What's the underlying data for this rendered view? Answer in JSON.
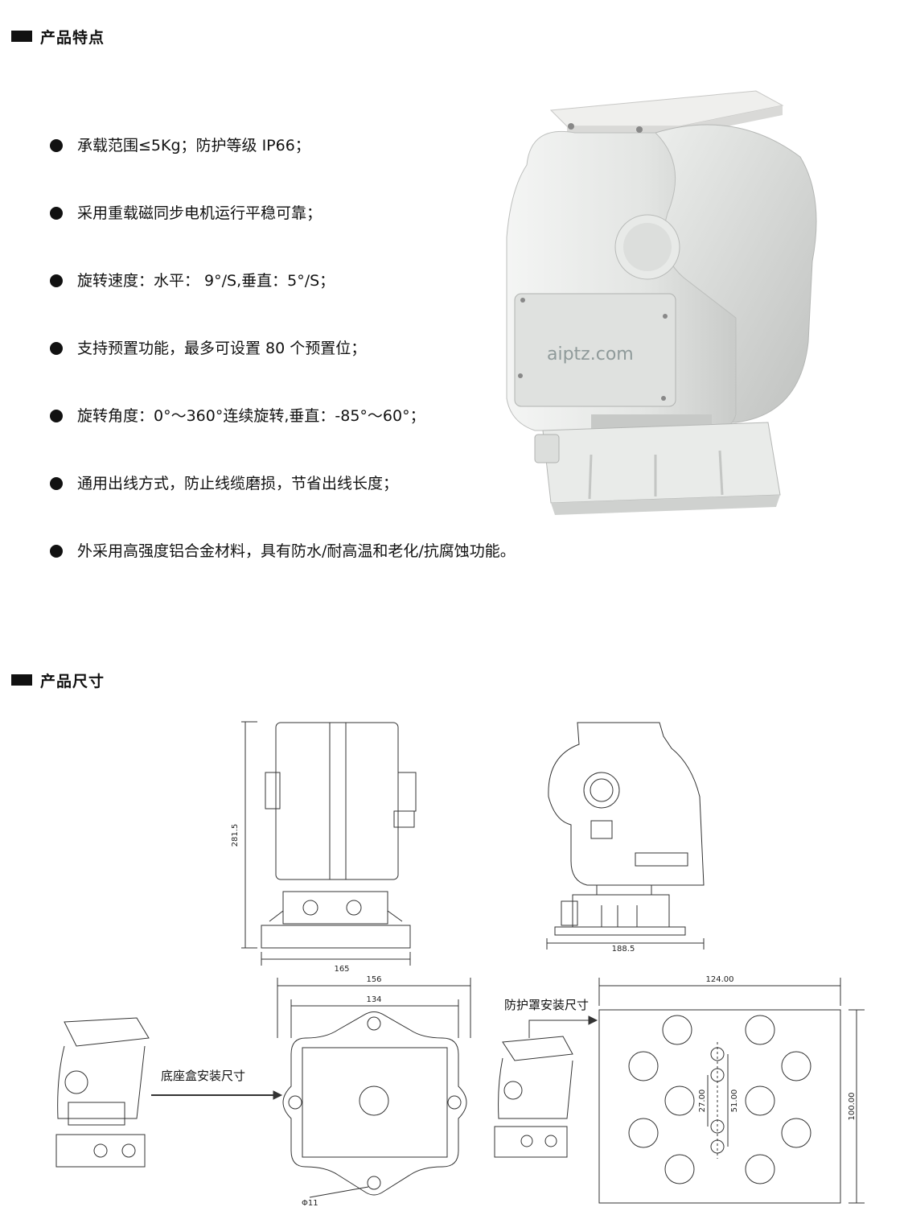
{
  "sections": {
    "features_title": "产品特点",
    "dimensions_title": "产品尺寸"
  },
  "features": [
    "承载范围≤5Kg；防护等级 IP66；",
    "采用重载磁同步电机运行平稳可靠；",
    "旋转速度：水平：  9°/S,垂直：5°/S；",
    "支持预置功能，最多可设置 80 个预置位；",
    "旋转角度：0°～360°连续旋转,垂直：-85°～60°；",
    "通用出线方式，防止线缆磨损，节省出线长度；",
    "外采用高强度铝合金材料，具有防水/耐高温和老化/抗腐蚀功能。"
  ],
  "photo": {
    "watermark": "aiptz.com"
  },
  "drawings": {
    "side_height": "281.5",
    "side_width": "165",
    "front_width": "188.5",
    "base_outer": "156",
    "base_inner": "134",
    "hole_dia": "Φ11",
    "base_label": "底座盒安装尺寸",
    "cover_label": "防护罩安装尺寸",
    "plate_width": "124.00",
    "plate_height": "100.00",
    "dim_27": "27.00",
    "dim_51": "51.00"
  },
  "colors": {
    "text": "#111111",
    "body_grey": "#e6e8e6",
    "line": "#333333"
  }
}
